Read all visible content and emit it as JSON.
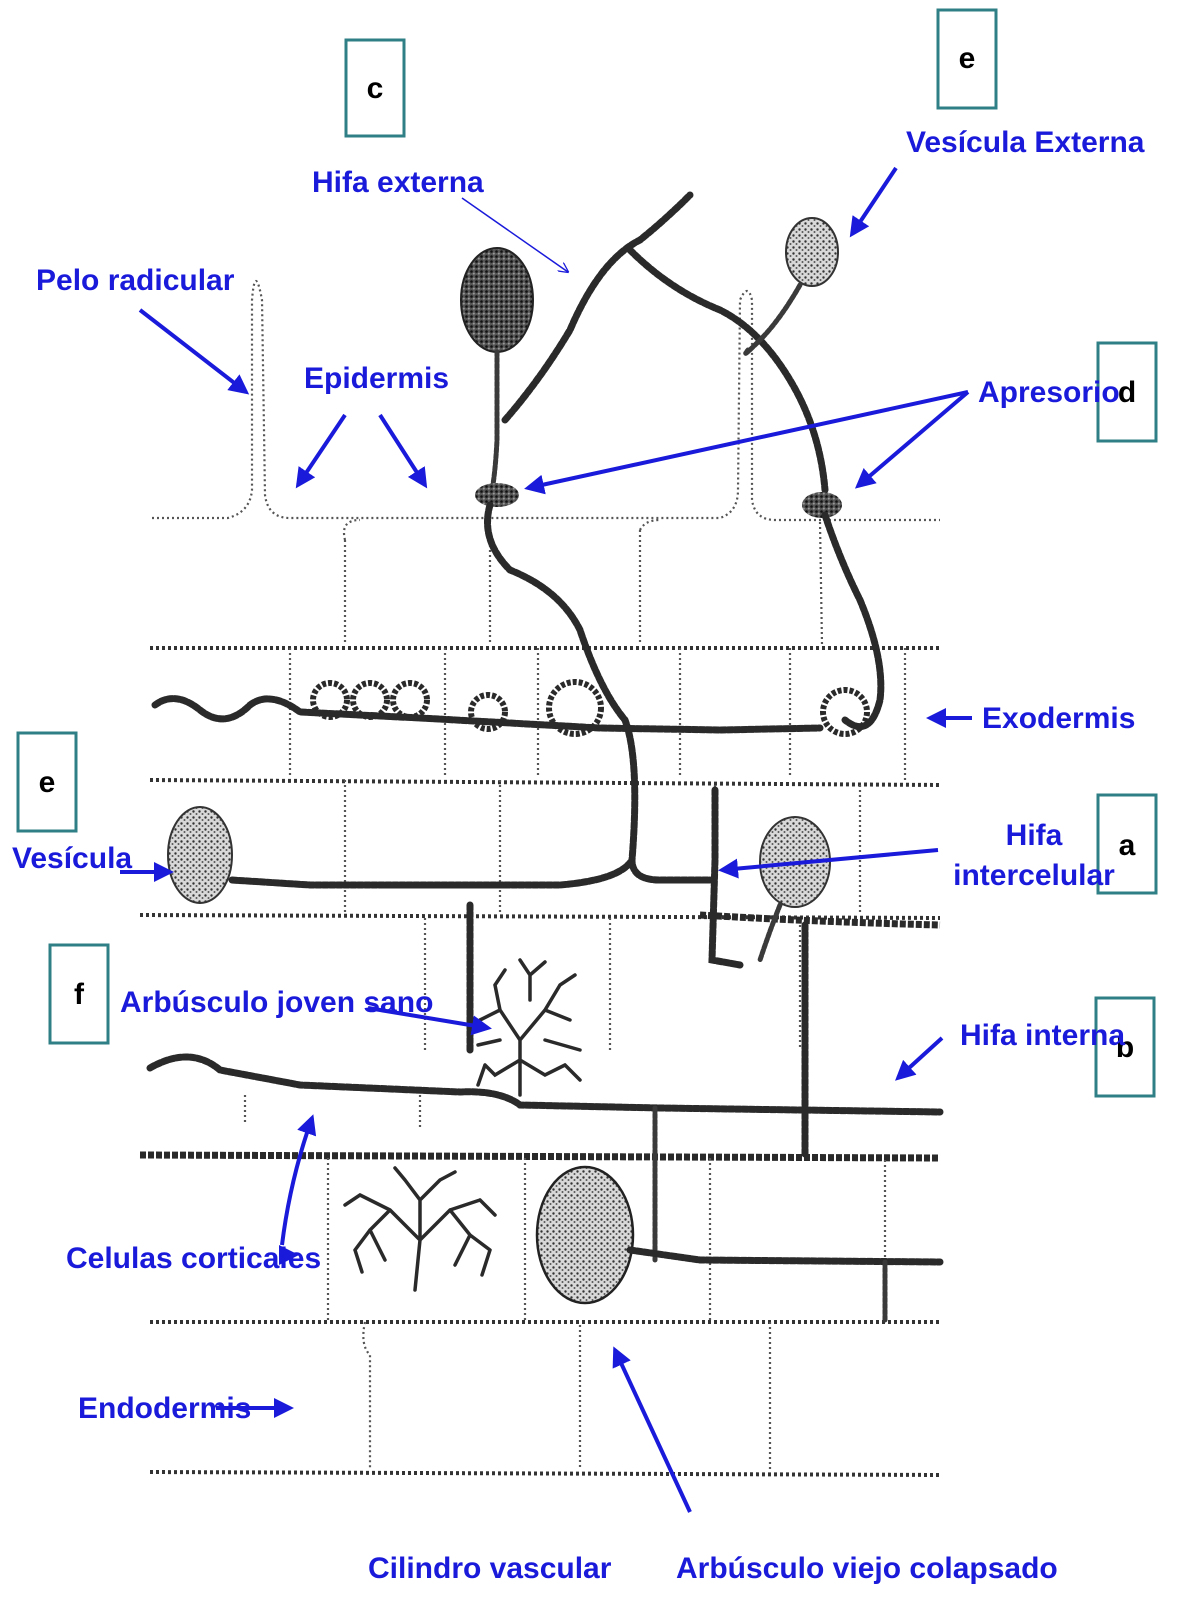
{
  "labels": {
    "pelo_radicular": "Pelo radicular",
    "epidermis": "Epidermis",
    "hifa_externa": "Hifa externa",
    "vesicula_externa": "Vesícula Externa",
    "apresorio": "Apresorio",
    "exodermis": "Exodermis",
    "vesicula": "Vesícula",
    "hifa_intercelular_1": "Hifa",
    "hifa_intercelular_2": "intercelular",
    "arbusculo_joven": "Arbúsculo joven sano",
    "hifa_interna": "Hifa interna",
    "celulas_corticales": "Celulas corticales",
    "endodermis": "Endodermis",
    "cilindro_vascular": "Cilindro vascular",
    "arbusculo_viejo": "Arbúsculo viejo colapsado"
  },
  "boxes": {
    "c": "c",
    "e_top": "e",
    "d": "d",
    "e_left": "e",
    "a": "a",
    "f": "f",
    "b": "b"
  },
  "colors": {
    "label": "#1a1adb",
    "box_border": "#2f7f86",
    "ink": "#2a2a2a"
  }
}
